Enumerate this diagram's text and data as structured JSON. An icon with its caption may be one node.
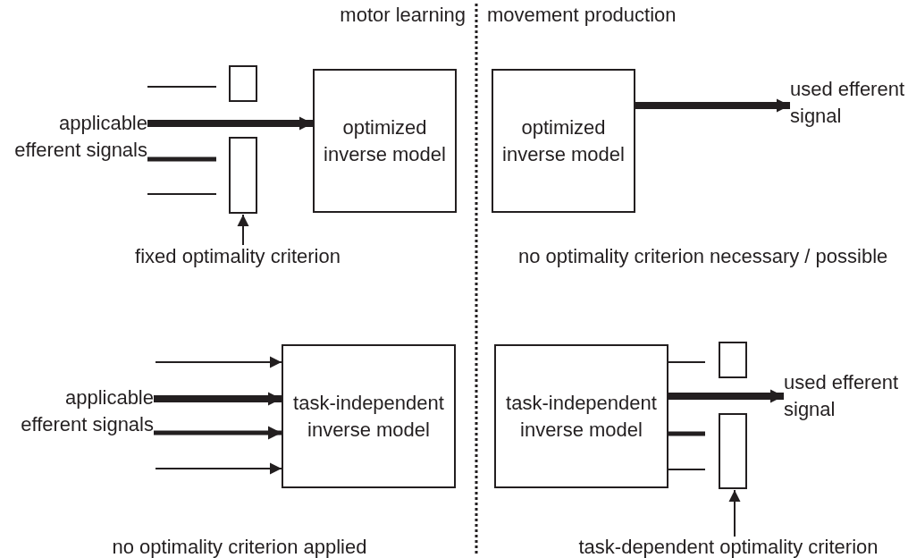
{
  "diagram": {
    "nodes": [
      {
        "text": [
          "applicable efferent signals"
        ]
      },
      {
        "text": [
          "optimized inverse model"
        ]
      },
      {
        "text": [],
        "shape": "box"
      },
      {
        "text": [],
        "shape": "box"
      },
      {
        "text": [
          "fixed optimality criterion"
        ]
      },
      {
        "text": [
          "optimized inverse model"
        ]
      },
      {
        "text": [
          "used efferent signal"
        ]
      },
      {
        "text": [
          "applicable efferent signals"
        ]
      },
      {
        "text": [
          "task-independent inverse model"
        ]
      },
      {
        "text": [
          "task-independent inverse model"
        ]
      },
      {
        "text": [],
        "shape": "box"
      },
      {
        "text": [],
        "shape": "box"
      },
      {
        "text": [
          "used efferent signal"
        ]
      },
      {
        "text": [
          "task-dependent optimality criterion"
        ]
      }
    ],
    "edges": [
      {
        "from": 0,
        "to": 1,
        "arrow": "to",
        "style": "thick"
      },
      {
        "from": null,
        "to": 2,
        "arrow": "none"
      },
      {
        "from": 0,
        "to": 3,
        "arrow": "none",
        "style": "thick"
      },
      {
        "from": null,
        "to": 3,
        "arrow": "none"
      },
      {
        "from": 4,
        "to": 3,
        "arrow": "to"
      },
      {
        "from": 5,
        "to": 6,
        "arrow": "to",
        "style": "thick"
      },
      {
        "from": null,
        "to": 8,
        "arrow": "to"
      },
      {
        "from": 7,
        "to": 8,
        "arrow": "to",
        "style": "thick"
      },
      {
        "from": 7,
        "to": 8,
        "arrow": "to",
        "style": "thick"
      },
      {
        "from": null,
        "to": 8,
        "arrow": "to"
      },
      {
        "from": 9,
        "to": 10,
        "arrow": "none"
      },
      {
        "from": 9,
        "to": 12,
        "arrow": "to",
        "style": "thick"
      },
      {
        "from": 9,
        "to": 11,
        "arrow": "none",
        "style": "thick"
      },
      {
        "from": 9,
        "to": 11,
        "arrow": "none"
      },
      {
        "from": 13,
        "to": 11,
        "arrow": "to"
      }
    ],
    "labels": [
      "motor learning",
      "movement production",
      "no optimality criterion necessary / possible",
      "no optimality criterion applied"
    ]
  }
}
